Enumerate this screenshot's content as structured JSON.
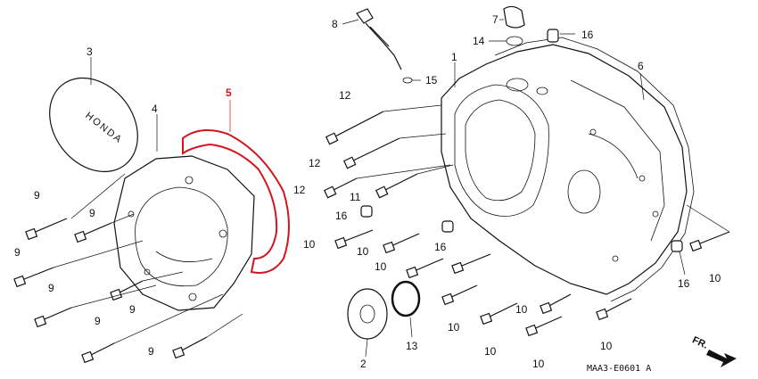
{
  "labels": [
    {
      "id": "p1",
      "text": "1"
    },
    {
      "id": "p2",
      "text": "2"
    },
    {
      "id": "p3",
      "text": "3"
    },
    {
      "id": "p4",
      "text": "4"
    },
    {
      "id": "p5",
      "text": "5"
    },
    {
      "id": "p6",
      "text": "6"
    },
    {
      "id": "p7",
      "text": "7"
    },
    {
      "id": "p8",
      "text": "8"
    },
    {
      "id": "p9a",
      "text": "9"
    },
    {
      "id": "p9b",
      "text": "9"
    },
    {
      "id": "p9c",
      "text": "9"
    },
    {
      "id": "p9d",
      "text": "9"
    },
    {
      "id": "p9e",
      "text": "9"
    },
    {
      "id": "p9f",
      "text": "9"
    },
    {
      "id": "p9g",
      "text": "9"
    },
    {
      "id": "p10a",
      "text": "10"
    },
    {
      "id": "p10b",
      "text": "10"
    },
    {
      "id": "p10c",
      "text": "10"
    },
    {
      "id": "p10d",
      "text": "10"
    },
    {
      "id": "p10e",
      "text": "10"
    },
    {
      "id": "p10f",
      "text": "10"
    },
    {
      "id": "p10g",
      "text": "10"
    },
    {
      "id": "p10h",
      "text": "10"
    },
    {
      "id": "p10i",
      "text": "10"
    },
    {
      "id": "p11",
      "text": "11"
    },
    {
      "id": "p12a",
      "text": "12"
    },
    {
      "id": "p12b",
      "text": "12"
    },
    {
      "id": "p12c",
      "text": "12"
    },
    {
      "id": "p13",
      "text": "13"
    },
    {
      "id": "p14",
      "text": "14"
    },
    {
      "id": "p15",
      "text": "15"
    },
    {
      "id": "p16a",
      "text": "16"
    },
    {
      "id": "p16b",
      "text": "16"
    },
    {
      "id": "p16c",
      "text": "16"
    },
    {
      "id": "p16d",
      "text": "16"
    }
  ],
  "cover_text": "HONDA",
  "diagram_code": "MAA3-E0601 A",
  "direction_label": "FR.",
  "colors": {
    "line": "#111111",
    "highlight": "#d4141c",
    "background": "#ffffff"
  }
}
